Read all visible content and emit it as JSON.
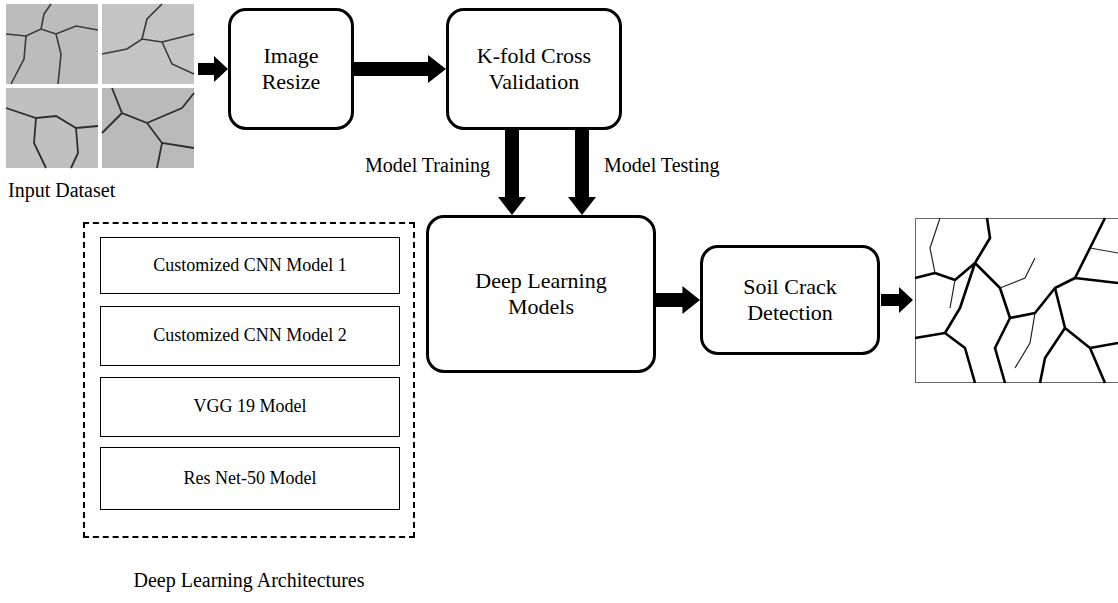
{
  "diagram": {
    "nodes": [
      {
        "text": [
          "Image Resize"
        ]
      },
      {
        "text": [
          "K-fold Cross Validation"
        ]
      },
      {
        "text": [
          "Deep Learning Models"
        ]
      },
      {
        "text": [
          "Soil Crack Detection"
        ]
      },
      {
        "text": [
          "Deep Learning Architectures"
        ]
      },
      {
        "text": [
          "Customized CNN Model 1"
        ],
        "in": 4
      },
      {
        "text": [
          "Customized CNN Model 2"
        ],
        "in": 4
      },
      {
        "text": [
          "VGG 19 Model"
        ],
        "in": 4
      },
      {
        "text": [
          "Res Net-50 Model"
        ],
        "in": 4
      }
    ],
    "edges": [
      {
        "from": 0,
        "to": 1,
        "arrow": "to"
      },
      {
        "from": 1,
        "to": 2,
        "label": "Model Training",
        "arrow": "to"
      },
      {
        "from": 1,
        "to": 2,
        "label": "Model Testing",
        "arrow": "to"
      },
      {
        "from": 2,
        "to": 3,
        "arrow": "to"
      }
    ],
    "labels": [
      "Input Dataset"
    ]
  }
}
